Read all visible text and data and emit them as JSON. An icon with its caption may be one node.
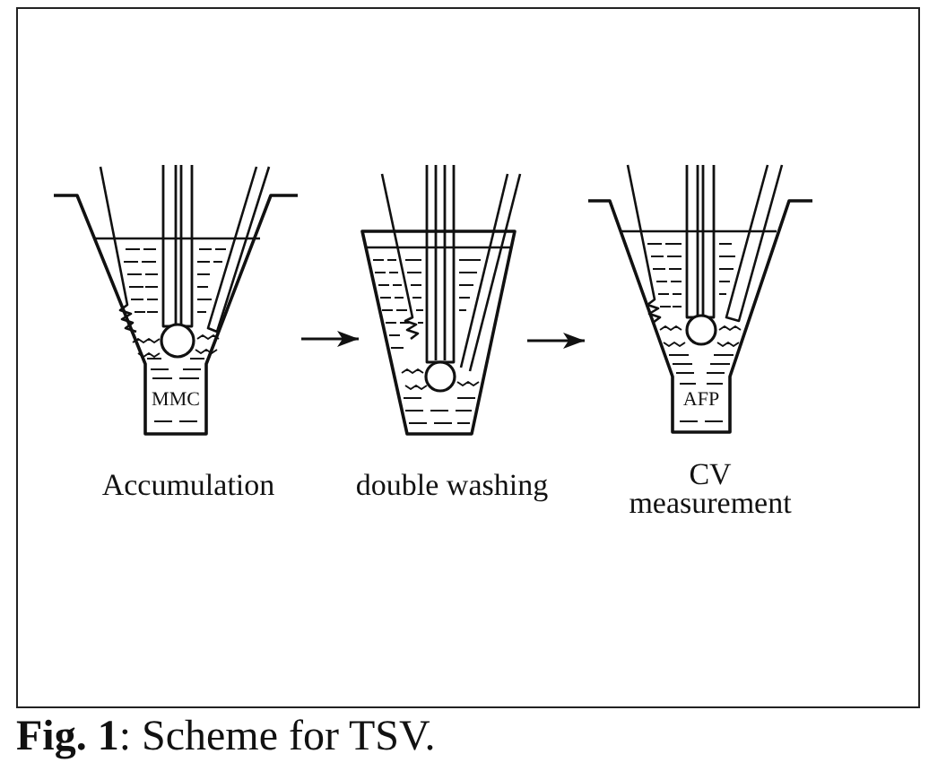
{
  "diagram": {
    "caption": "**Fig. 1**: Scheme for TSV.",
    "nodes": [
      {
        "text": [
          "MMC"
        ],
        "beside": [
          "Accumulation"
        ]
      },
      {
        "text": [],
        "shape": "picture",
        "beside": [
          "double washing"
        ]
      },
      {
        "text": [
          "AFP"
        ],
        "beside": [
          "CV measurement"
        ]
      }
    ],
    "edges": [
      {
        "from": 0,
        "to": 1,
        "arrow": "to"
      },
      {
        "from": 1,
        "to": 2,
        "arrow": "to"
      }
    ]
  }
}
